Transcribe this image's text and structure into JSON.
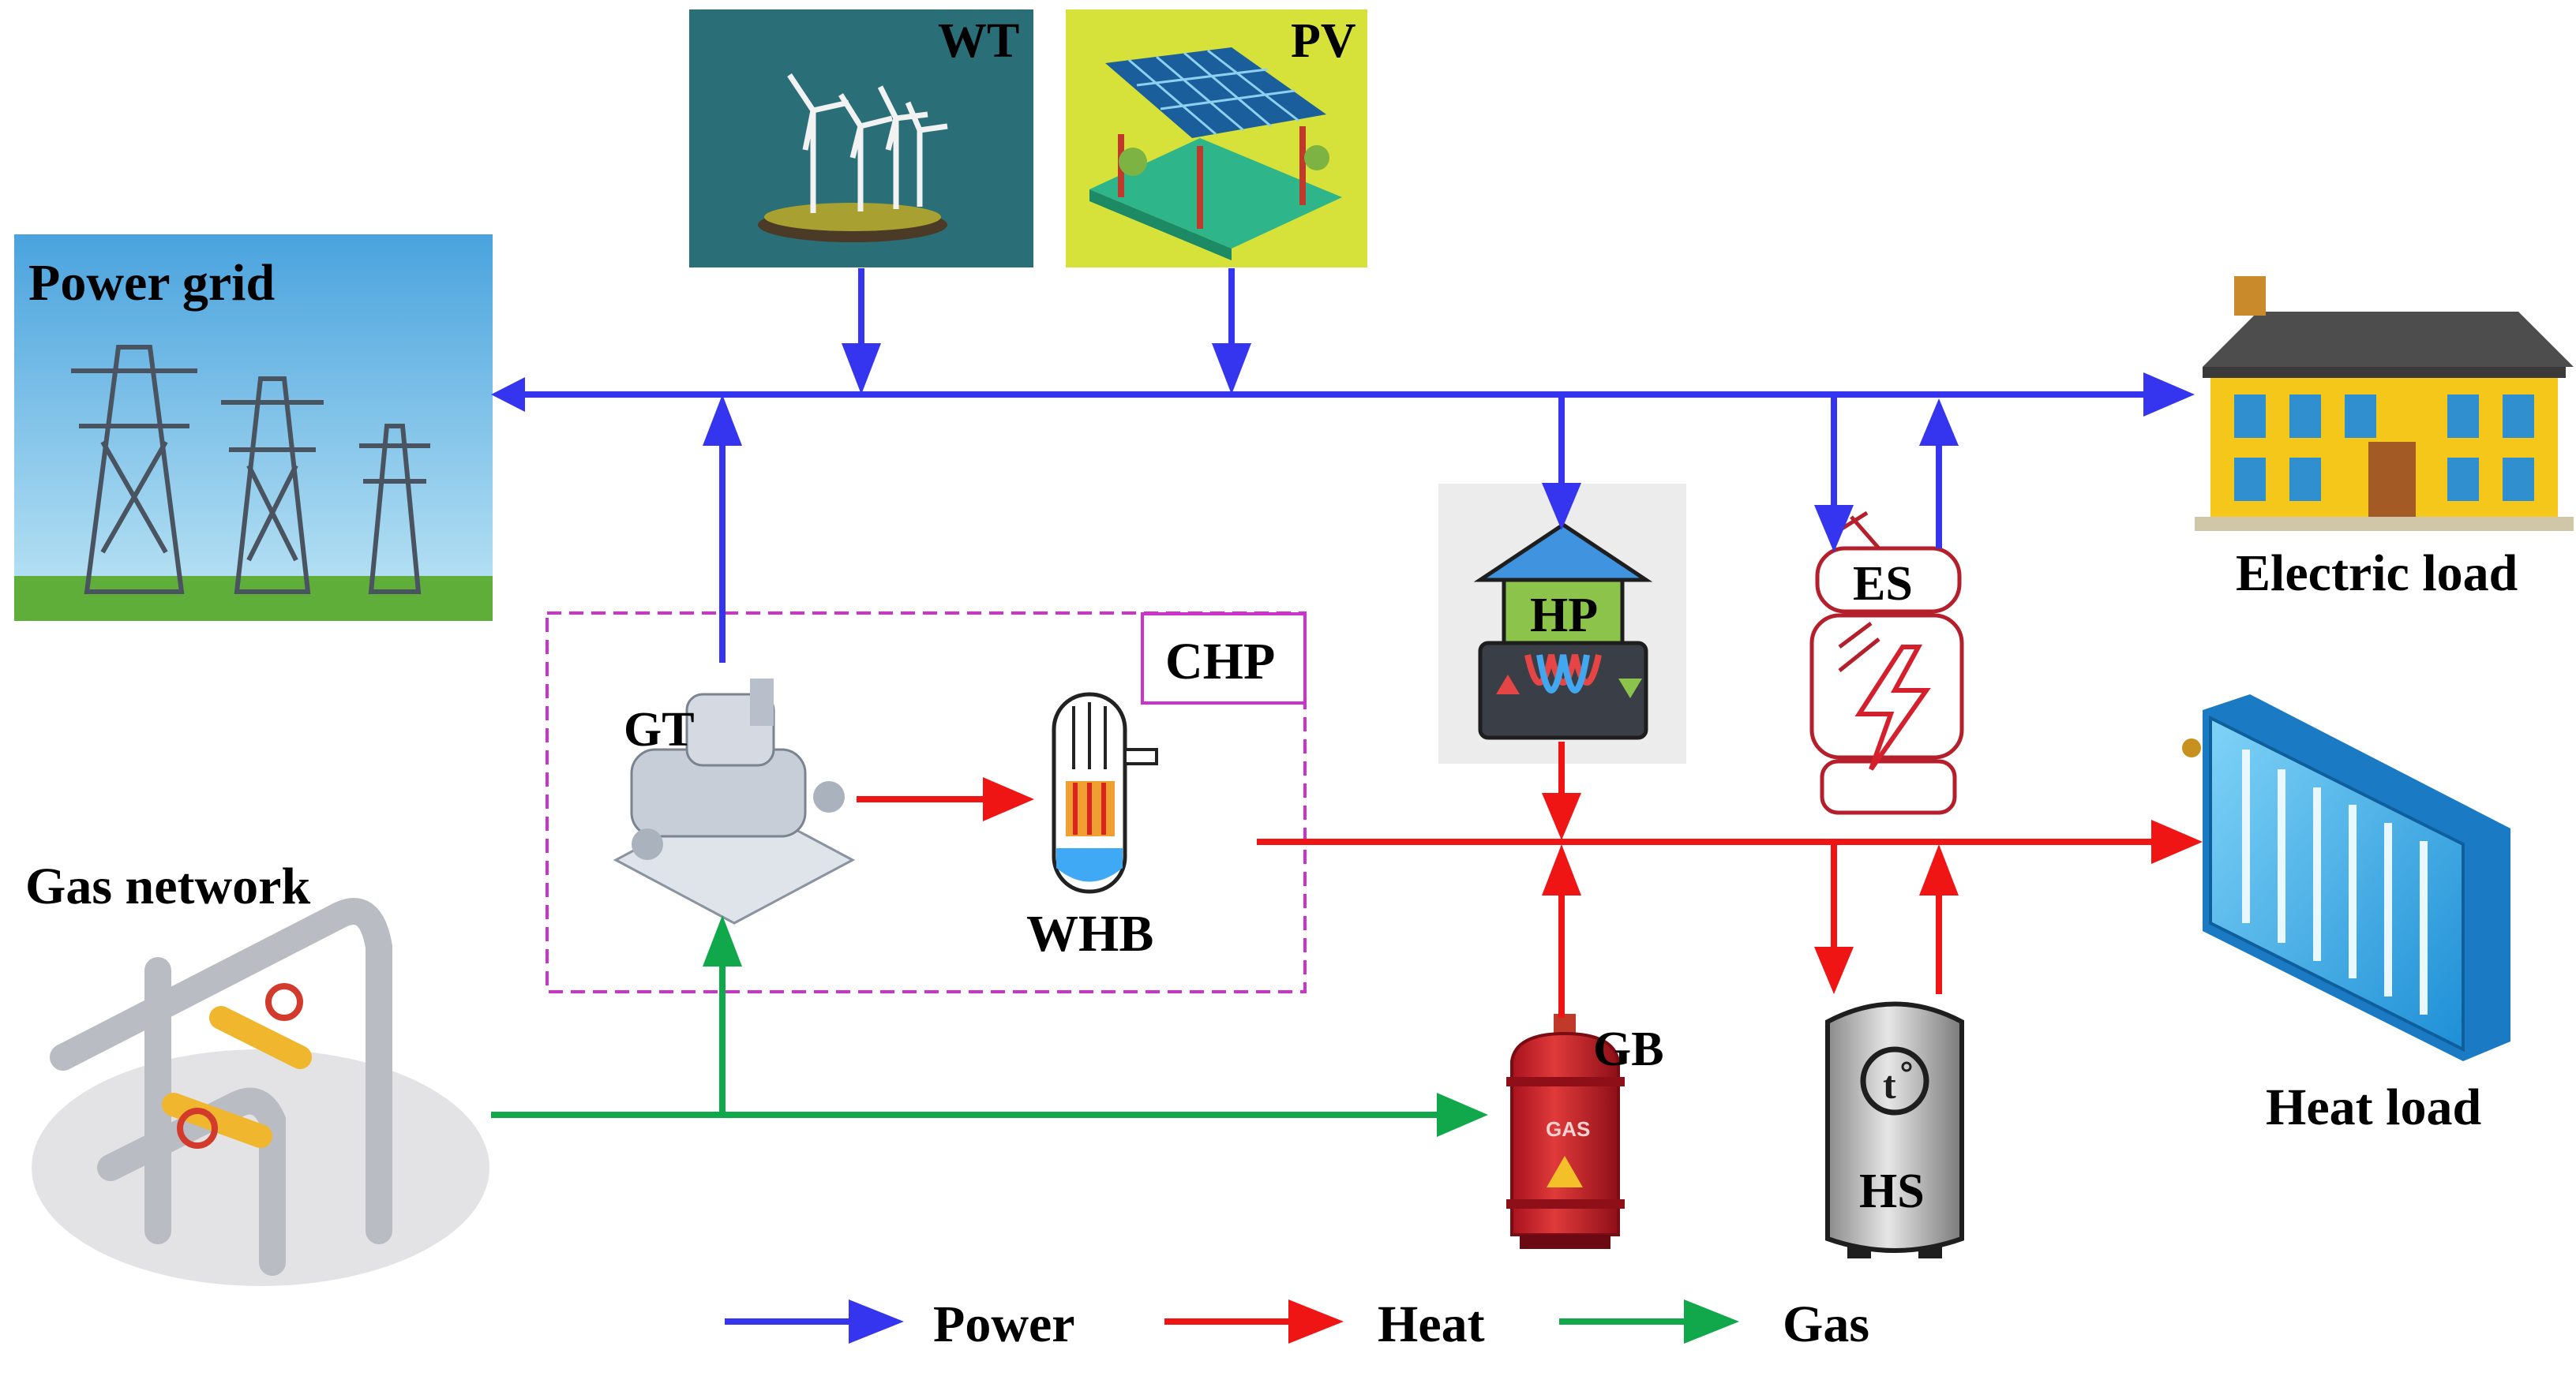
{
  "labels": {
    "wt": "WT",
    "pv": "PV",
    "power_grid": "Power grid",
    "electric_load": "Electric load",
    "chp": "CHP",
    "gt": "GT",
    "whb": "WHB",
    "hp": "HP",
    "es": "ES",
    "gas_network": "Gas network",
    "gb": "GB",
    "hs": "HS",
    "heat_load": "Heat load",
    "gas_tank_text": "GAS"
  },
  "legend": [
    {
      "label": "Power",
      "color": "#3535f0"
    },
    {
      "label": "Heat",
      "color": "#f01515"
    },
    {
      "label": "Gas",
      "color": "#10a84a"
    }
  ],
  "colors": {
    "power": "#3535f0",
    "heat": "#f01515",
    "gas": "#10a84a",
    "chp_box": "#cc33cc",
    "wt_bg": "#2a6e78",
    "pv_bg": "#d6e23a"
  }
}
